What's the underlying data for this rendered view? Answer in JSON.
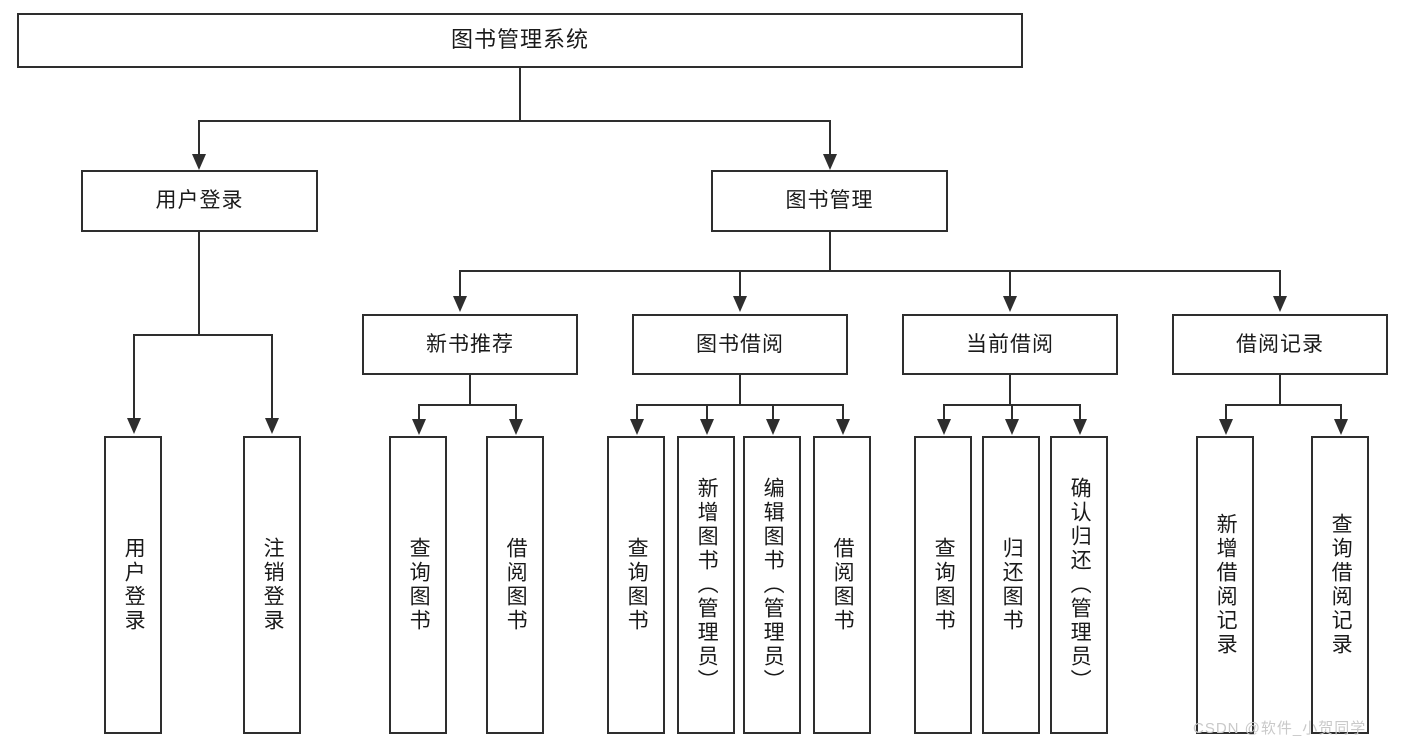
{
  "diagram": {
    "type": "tree-hierarchy-flowchart",
    "title": "图书管理系统",
    "levels": {
      "root": {
        "label": "图书管理系统"
      },
      "level2": [
        {
          "id": "user-login",
          "label": "用户登录"
        },
        {
          "id": "book-management",
          "label": "图书管理"
        }
      ],
      "level3": [
        {
          "id": "new-book-recommend",
          "label": "新书推荐",
          "parent": "book-management"
        },
        {
          "id": "book-borrow",
          "label": "图书借阅",
          "parent": "book-management"
        },
        {
          "id": "current-borrow",
          "label": "当前借阅",
          "parent": "book-management"
        },
        {
          "id": "borrow-record",
          "label": "借阅记录",
          "parent": "book-management"
        }
      ],
      "leaves": [
        {
          "id": "leaf-user-login",
          "label": "用户登录",
          "parent": "user-login"
        },
        {
          "id": "leaf-logout-login",
          "label": "注销登录",
          "parent": "user-login"
        },
        {
          "id": "leaf-query-book-1",
          "label": "查询图书",
          "parent": "new-book-recommend"
        },
        {
          "id": "leaf-borrow-book-1",
          "label": "借阅图书",
          "parent": "new-book-recommend"
        },
        {
          "id": "leaf-query-book-2",
          "label": "查询图书",
          "parent": "book-borrow"
        },
        {
          "id": "leaf-add-book-admin",
          "label": "新增图书（管理员）",
          "parent": "book-borrow"
        },
        {
          "id": "leaf-edit-book-admin",
          "label": "编辑图书（管理员）",
          "parent": "book-borrow"
        },
        {
          "id": "leaf-borrow-book-2",
          "label": "借阅图书",
          "parent": "book-borrow"
        },
        {
          "id": "leaf-query-book-3",
          "label": "查询图书",
          "parent": "current-borrow"
        },
        {
          "id": "leaf-return-book",
          "label": "归还图书",
          "parent": "current-borrow"
        },
        {
          "id": "leaf-confirm-return-admin",
          "label": "确认归还（管理员）",
          "parent": "current-borrow"
        },
        {
          "id": "leaf-add-borrow-record",
          "label": "新增借阅记录",
          "parent": "borrow-record"
        },
        {
          "id": "leaf-query-borrow-record",
          "label": "查询借阅记录",
          "parent": "borrow-record"
        }
      ]
    },
    "watermark": "CSDN @软件_小贺同学",
    "colors": {
      "border": "#2e2e2e",
      "background": "#ffffff",
      "text": "#1a1a1a",
      "watermark": "#c9c9c9"
    }
  }
}
